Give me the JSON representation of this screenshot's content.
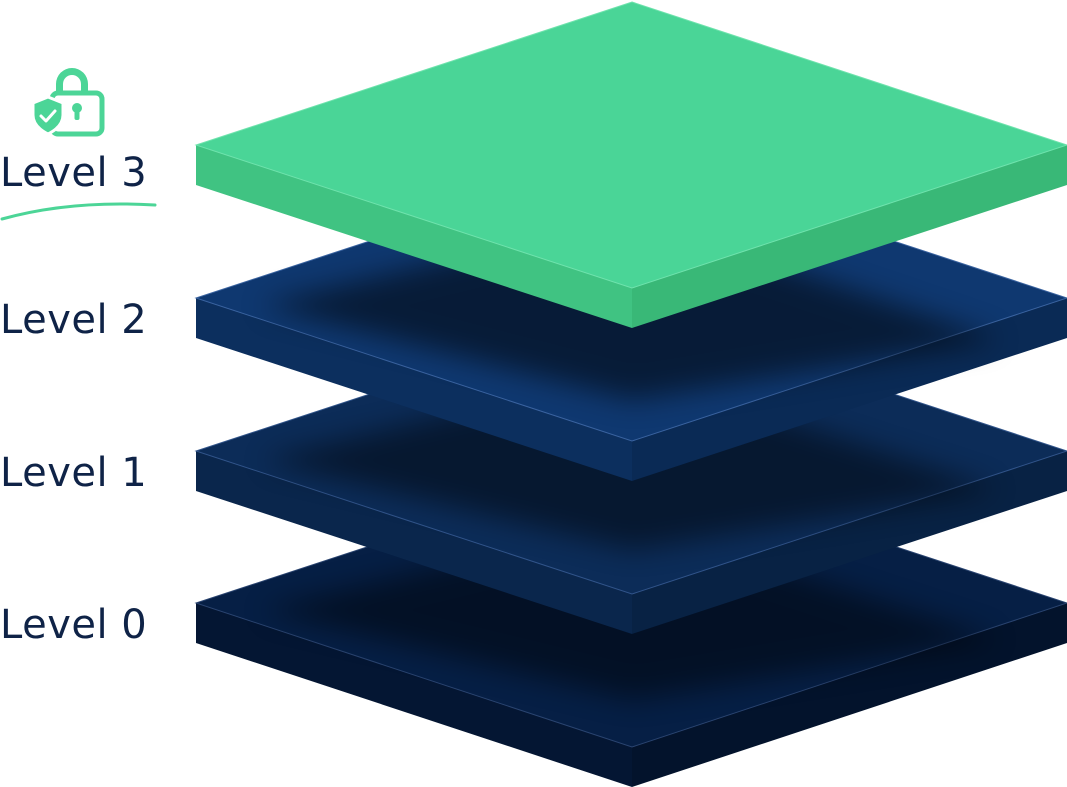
{
  "colors": {
    "label_text": "#0f2347",
    "accent_green": "#4cd597",
    "accent_green_side": "#3fc07f",
    "accent_green_front": "#38b576",
    "underline": "#4cd597"
  },
  "icon": {
    "name": "lock-shield-icon"
  },
  "layers": [
    {
      "label": "Level 3",
      "highlighted": true,
      "top_color": "#4ad597",
      "left_face_color": "#40c382",
      "right_face_color": "#39b877"
    },
    {
      "label": "Level 2",
      "highlighted": false,
      "top_color": "#0f3870",
      "left_face_color": "#0c2f5e",
      "right_face_color": "#0a2a55"
    },
    {
      "label": "Level 1",
      "highlighted": false,
      "top_color": "#0c2c58",
      "left_face_color": "#0a264c",
      "right_face_color": "#082244"
    },
    {
      "label": "Level 0",
      "highlighted": false,
      "top_color": "#061f45",
      "left_face_color": "#041633",
      "right_face_color": "#03132c"
    }
  ]
}
